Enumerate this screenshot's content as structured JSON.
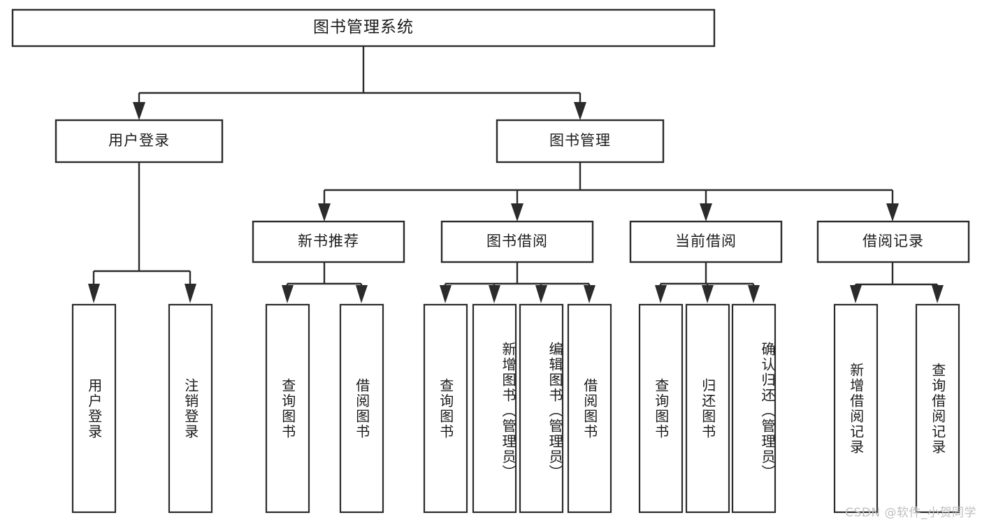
{
  "diagram": {
    "title": "图书管理系统",
    "type": "hierarchy-tree",
    "watermark": "CSDN @软件_小贺同学",
    "colors": {
      "box_stroke": "#2b2b2b",
      "box_fill": "#ffffff",
      "text": "#1b1b1b",
      "background": "#ffffff",
      "watermark": "#bfbfbf"
    },
    "root": {
      "id": "root",
      "label": "图书管理系统"
    },
    "level2": [
      {
        "id": "user-login",
        "label": "用户登录"
      },
      {
        "id": "book-manage",
        "label": "图书管理"
      }
    ],
    "level3": [
      {
        "id": "new-book-recommend",
        "label": "新书推荐",
        "parent": "book-manage"
      },
      {
        "id": "book-borrow",
        "label": "图书借阅",
        "parent": "book-manage"
      },
      {
        "id": "current-borrow",
        "label": "当前借阅",
        "parent": "book-manage"
      },
      {
        "id": "borrow-record",
        "label": "借阅记录",
        "parent": "book-manage"
      }
    ],
    "leaves": {
      "user-login": [
        {
          "id": "leaf-user-login",
          "label": "用户登录"
        },
        {
          "id": "leaf-logout",
          "label": "注销登录"
        }
      ],
      "new-book-recommend": [
        {
          "id": "leaf-query-book-1",
          "label": "查询图书"
        },
        {
          "id": "leaf-borrow-book-1",
          "label": "借阅图书"
        }
      ],
      "book-borrow": [
        {
          "id": "leaf-query-book-2",
          "label": "查询图书"
        },
        {
          "id": "leaf-add-book",
          "label": "新增图书（管理员）"
        },
        {
          "id": "leaf-edit-book",
          "label": "编辑图书（管理员）"
        },
        {
          "id": "leaf-borrow-book-2",
          "label": "借阅图书"
        }
      ],
      "current-borrow": [
        {
          "id": "leaf-query-book-3",
          "label": "查询图书"
        },
        {
          "id": "leaf-return-book",
          "label": "归还图书"
        },
        {
          "id": "leaf-confirm-return",
          "label": "确认归还（管理员）"
        }
      ],
      "borrow-record": [
        {
          "id": "leaf-add-record",
          "label": "新增借阅记录"
        },
        {
          "id": "leaf-query-record",
          "label": "查询借阅记录"
        }
      ]
    }
  }
}
